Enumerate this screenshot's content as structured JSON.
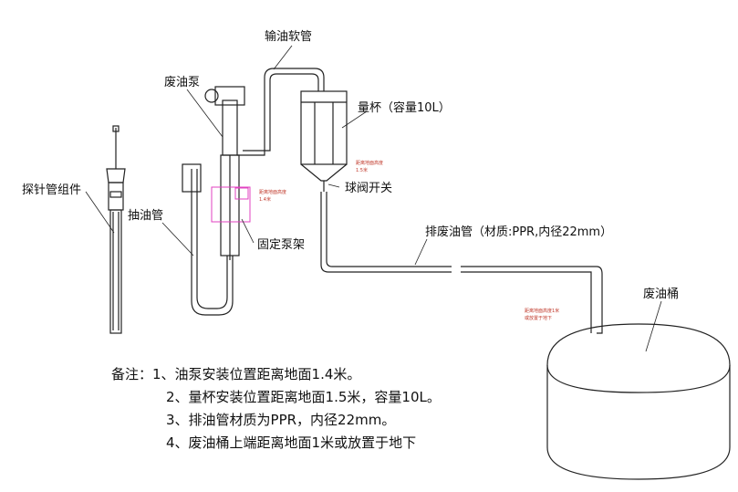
{
  "labels": {
    "pipe_hose": "输油软管",
    "pump": "废油泵",
    "cup": "量杯（容量10L）",
    "probe": "探针管组件",
    "suction": "抽油管",
    "valve": "球阀开关",
    "bracket": "固定泵架",
    "drain": "排废油管（材质:PPR,内径22mm）",
    "barrel": "废油桶"
  },
  "red_notes": {
    "pump_height_l1": "距离地面高度",
    "pump_height_l2": "1.4米",
    "cup_height_l1": "距离地面高度",
    "cup_height_l2": "1.5米",
    "barrel_height_l1": "距离地面高度1米",
    "barrel_height_l2": "或放置于地下"
  },
  "notes": {
    "prefix": "备注：",
    "items": [
      "1、油泵安装位置距离地面1.4米。",
      "2、量杯安装位置距离地面1.5米，容量10L。",
      "3、排油管材质为PPR，内径22mm。",
      "4、废油桶上端距离地面1米或放置于地下"
    ]
  },
  "colors": {
    "line": "#222222",
    "red": "#c0392b",
    "magenta": "#e040c0"
  }
}
